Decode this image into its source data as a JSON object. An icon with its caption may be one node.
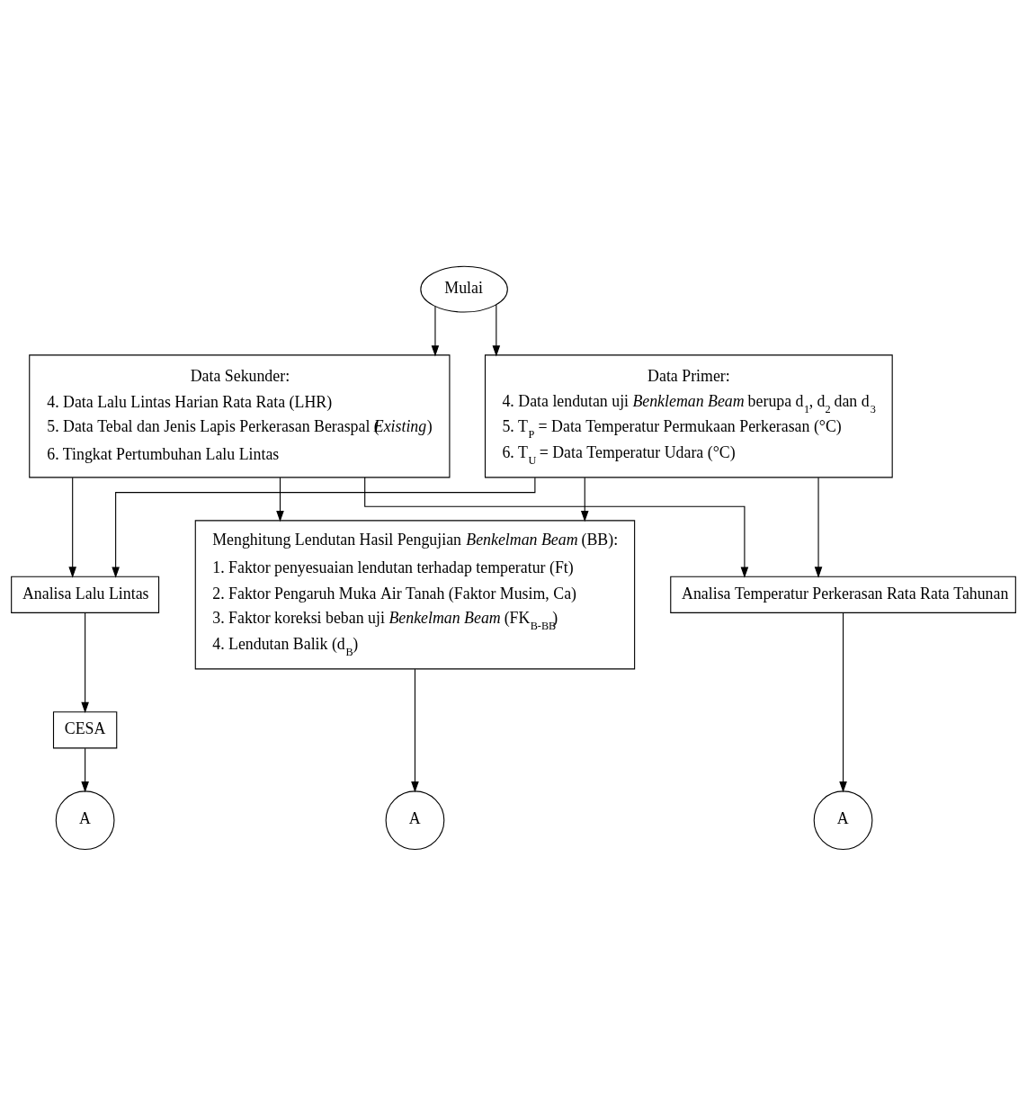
{
  "diagram": {
    "nodes": [
      {
        "text": [
          "Mulai"
        ]
      },
      {
        "text": [
          "Data Sekunder:",
          "4. Data Lalu Lintas Harian Rata Rata (LHR)",
          "5. Data Tebal dan Jenis Lapis Perkerasan Beraspal (*Existing*)",
          "6. Tingkat Pertumbuhan Lalu Lintas"
        ]
      },
      {
        "text": [
          "Data Primer:",
          "4. Data lendutan uji *Benkleman Beam* berupa d$_{1}$, d$_{2}$ dan d$_{3}$",
          "5. T$_{P}$ = Data Temperatur Permukaan Perkerasan (°C)",
          "6. T$_{U}$ = Data Temperatur Udara (°C)"
        ]
      },
      {
        "text": [
          "Analisa Lalu Lintas"
        ]
      },
      {
        "text": [
          "Menghitung Lendutan Hasil Pengujian *Benkelman Beam* (BB):",
          "1. Faktor penyesuaian lendutan terhadap temperatur (Ft)",
          "2. Faktor Pengaruh Muka Air Tanah (Faktor Musim, Ca)",
          "3. Faktor koreksi beban uji *Benkelman Beam* (FK$_{B-BB}$)",
          "4. Lendutan Balik (d$_{B}$)"
        ]
      },
      {
        "text": [
          "Analisa Temperatur Perkerasan Rata Rata Tahunan"
        ]
      },
      {
        "text": [
          "CESA"
        ]
      },
      {
        "text": [
          "A"
        ]
      },
      {
        "text": [
          "A"
        ]
      },
      {
        "text": [
          "A"
        ]
      }
    ],
    "edges": [
      {
        "from": 0,
        "to": 1,
        "arrow": "to"
      },
      {
        "from": 0,
        "to": 2,
        "arrow": "to"
      },
      {
        "from": 1,
        "to": 3,
        "arrow": "to"
      },
      {
        "from": 1,
        "to": 4,
        "arrow": "to"
      },
      {
        "from": 1,
        "to": 5,
        "arrow": "to"
      },
      {
        "from": 2,
        "to": 3,
        "arrow": "to"
      },
      {
        "from": 2,
        "to": 4,
        "arrow": "to"
      },
      {
        "from": 2,
        "to": 5,
        "arrow": "to"
      },
      {
        "from": 3,
        "to": 6,
        "arrow": "to"
      },
      {
        "from": 6,
        "to": 7,
        "arrow": "to"
      },
      {
        "from": 4,
        "to": 8,
        "arrow": "to"
      },
      {
        "from": 5,
        "to": 9,
        "arrow": "to"
      }
    ]
  }
}
